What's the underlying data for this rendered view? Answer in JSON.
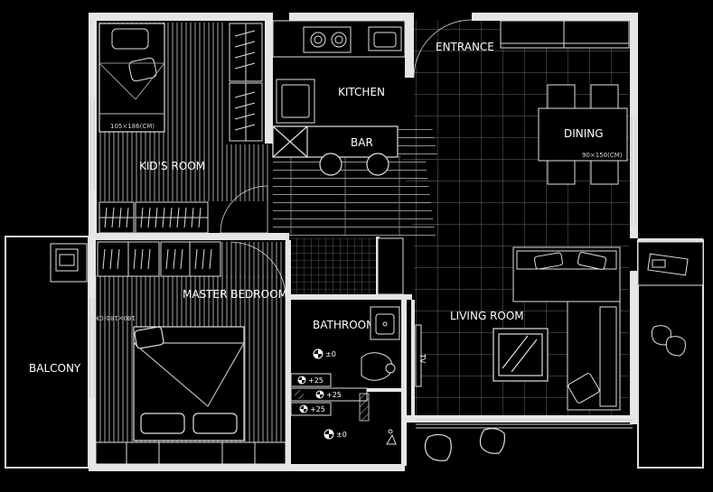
{
  "plan": {
    "rooms": {
      "entrance": "ENTRANCE",
      "kitchen": "KITCHEN",
      "bar": "BAR",
      "dining": "DINING",
      "kids_room": "KID'S ROOM",
      "master_bedroom": "MASTER BEDROOM",
      "bathroom": "BATHROOM",
      "living_room": "LIVING ROOM",
      "balcony": "BALCONY"
    },
    "dimensions": {
      "kids_bed": "105×186(CM)",
      "master_bed": "180×186(CM)",
      "dining_table": "90×150(CM)"
    },
    "levels": {
      "bath_main": "±0",
      "bath_step1": "+25",
      "bath_step2": "+25",
      "bath_step3": "+25",
      "bath_lower": "±0"
    },
    "tv_label": "TV"
  }
}
